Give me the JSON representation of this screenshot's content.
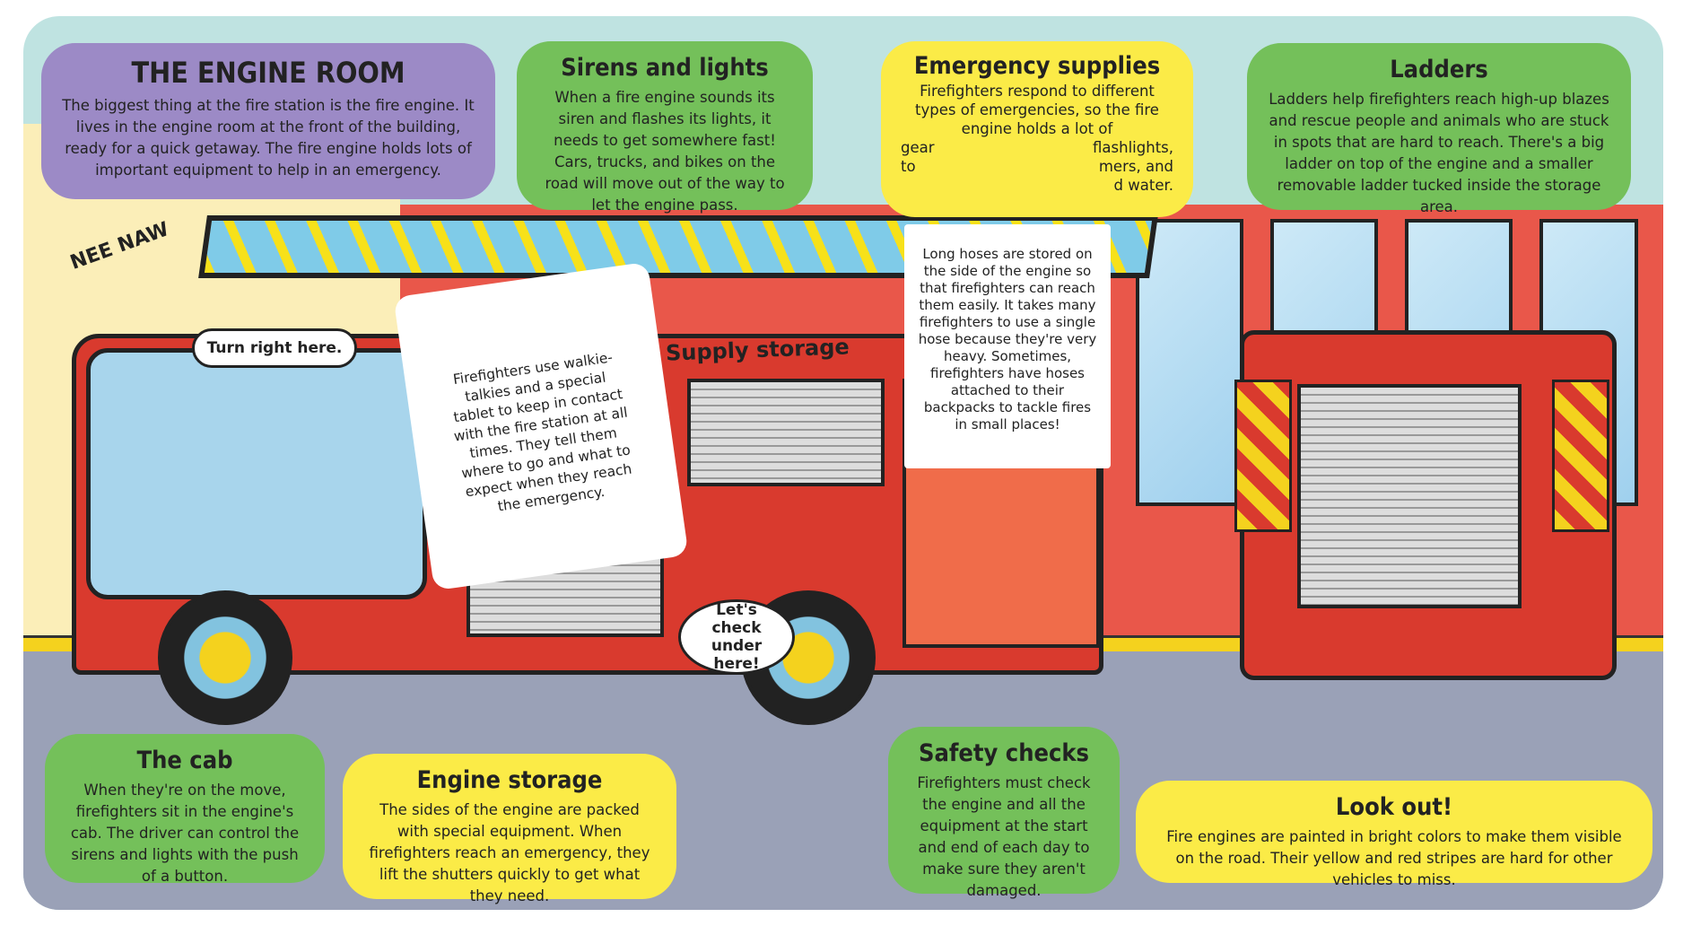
{
  "engine_room": {
    "title": "THE ENGINE ROOM",
    "text": "The biggest thing at the fire station is the fire engine. It lives in the engine room at the front of the building, ready for a quick getaway. The fire engine holds lots of important equipment to help in an emergency."
  },
  "sirens": {
    "title": "Sirens and lights",
    "text": "When a fire engine sounds its siren and flashes its lights, it needs to get somewhere fast! Cars, trucks, and bikes on the road will move out of the way to let the engine pass."
  },
  "emergency": {
    "title": "Emergency supplies",
    "text_visible_top": "Firefighters respond to different types of emergencies, so the fire engine holds a lot of",
    "frag_left_1": "gear",
    "frag_left_2": "to",
    "frag_right_1": "flashlights,",
    "frag_right_2": "mers, and",
    "frag_right_3": "d water."
  },
  "hoses_card": {
    "text": "Long hoses are stored on the side of the engine so that firefighters can reach them easily. It takes many firefighters to use a single hose because they're very heavy. Sometimes, firefighters have hoses attached to their backpacks to tackle fires in small places!"
  },
  "ladders": {
    "title": "Ladders",
    "text": "Ladders help firefighters reach high-up blazes and rescue people and animals who are stuck in spots that are hard to reach. There's a big ladder on top of the engine and a smaller removable ladder tucked inside the storage area."
  },
  "walkie_card": {
    "text": "Firefighters use walkie-talkies and a special tablet to keep in contact with the fire station at all times. They tell them where to go and what to expect when they reach the emergency."
  },
  "cab": {
    "title": "The cab",
    "text": "When they're on the move, firefighters sit in the engine's cab. The driver can control the sirens and lights with the push of a button."
  },
  "engine_storage": {
    "title": "Engine storage",
    "text": "The sides of the engine are packed with special equipment. When firefighters reach an emergency, they lift the shutters quickly to get what they need."
  },
  "safety": {
    "title": "Safety checks",
    "text": "Firefighters must check the engine and all the equipment at the start and end of each day to make sure they aren't damaged."
  },
  "look_out": {
    "title": "Look out!",
    "text": "Fire engines are painted in bright colors to make them visible on the road. Their yellow and red stripes are hard for other vehicles to miss."
  },
  "labels": {
    "nee_naw": "NEE NAW",
    "turn_right": "Turn right here.",
    "supply_storage": "Supply storage",
    "lets_check": "Let's check under here!"
  }
}
